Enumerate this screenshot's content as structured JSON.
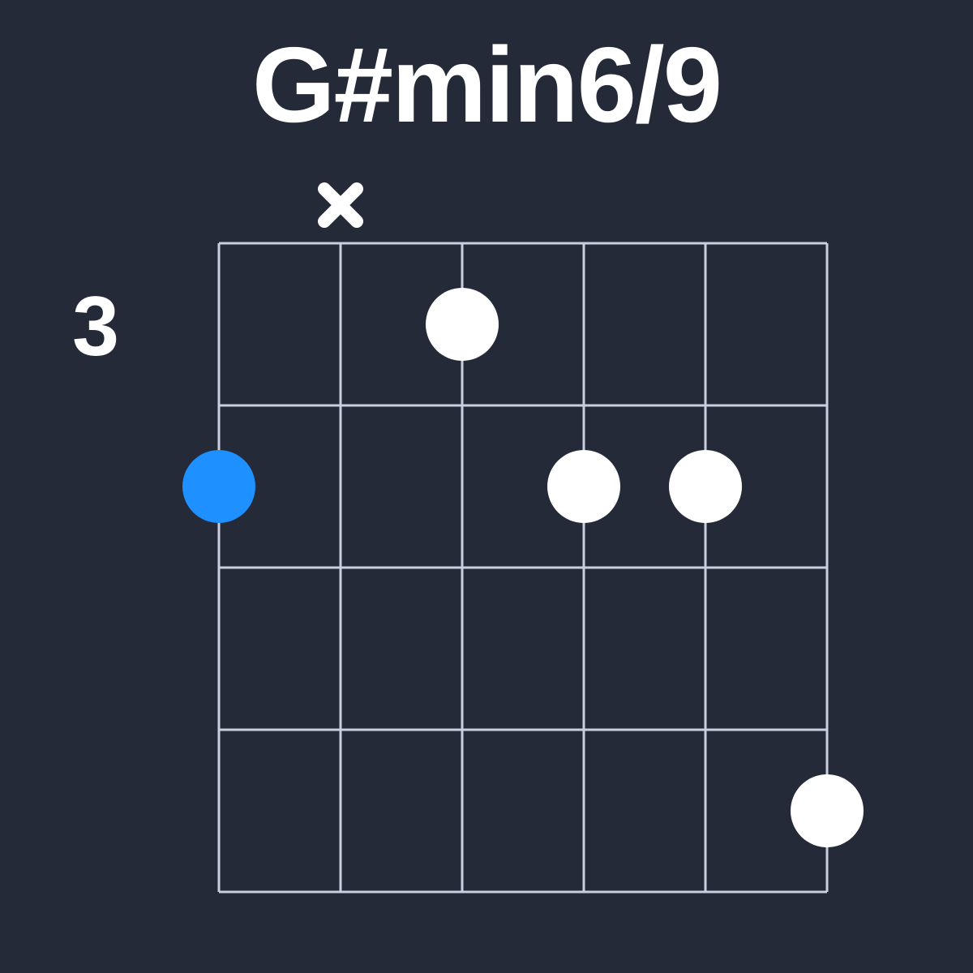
{
  "title": "G#min6/9",
  "colors": {
    "background": "#242a38",
    "grid_line": "#c9cfe0",
    "finger_dot": "#ffffff",
    "root_dot": "#1e90ff",
    "text": "#ffffff"
  },
  "diagram": {
    "string_count": 6,
    "fret_rows": 4,
    "base_fret_label": "3",
    "muted_strings": [
      {
        "string": 2,
        "symbol": "×"
      }
    ],
    "dots": [
      {
        "string": 3,
        "fret_row": 1,
        "role": "finger"
      },
      {
        "string": 1,
        "fret_row": 2,
        "role": "root"
      },
      {
        "string": 4,
        "fret_row": 2,
        "role": "finger"
      },
      {
        "string": 5,
        "fret_row": 2,
        "role": "finger"
      },
      {
        "string": 6,
        "fret_row": 4,
        "role": "finger"
      }
    ]
  }
}
